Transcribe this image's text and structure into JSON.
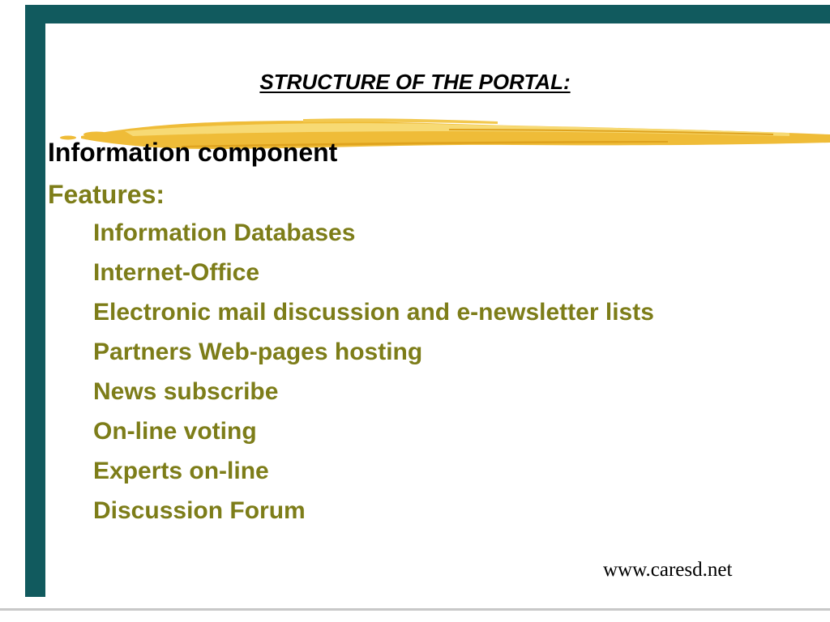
{
  "slide": {
    "title": "STRUCTURE OF THE PORTAL:",
    "heading": "Information component",
    "subheading": "Features:",
    "features": [
      "Information Databases",
      "Internet-Office",
      "Electronic mail discussion and e-newsletter lists",
      "Partners Web-pages hosting",
      "News subscribe",
      "On-line voting",
      "Experts on-line",
      "Discussion Forum"
    ],
    "footer_url": "www.caresd.net"
  },
  "colors": {
    "border_teal": "#115a5e",
    "olive_text": "#7d7d19",
    "title_text": "#000000",
    "heading_text": "#000000",
    "brush_gold": "#efbc38",
    "brush_gold_light": "#f7da74",
    "brush_gold_dark": "#dfa31e",
    "bottom_rule_gray": "#c8c8c8",
    "background": "#ffffff"
  },
  "icons": {
    "brush_stroke": "gold-brush-stroke-decoration"
  }
}
